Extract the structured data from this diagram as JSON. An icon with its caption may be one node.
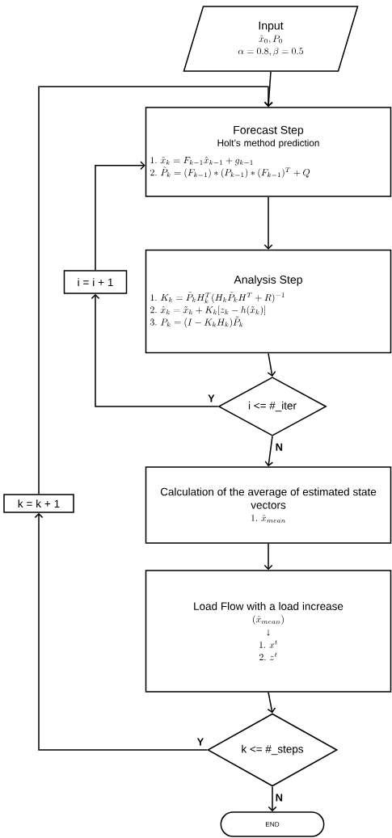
{
  "diagram": {
    "nodes": [
      {
        "text": [
          "Input",
          "\\hat{x}_0, P_0",
          "\\alpha = 0.8, \\beta = 0.5"
        ]
      },
      {
        "text": [
          "Forecast Step",
          "Holt’s method prediction",
          "1.\\ \\tilde{x}_k = F_{k-1}\\hat{x}_{k-1} + g_{k-1}",
          "2.\\ \\tilde{P}_k = (F_{k-1}) * (P_{k-1}) * (F_{k-1})^T + Q"
        ]
      },
      {
        "text": [
          "Analysis Step",
          "1.\\ K_k = \\tilde{P}_k H_k^T (H_k \\tilde{P}_k H^T + R)^{-1}",
          "2.\\ \\hat{x}_k = \\tilde{x}_k + K_k[z_k - h(\\tilde{x}_k)]",
          "3.\\ P_k = (I - K_k H_k)\\tilde{P}_k"
        ]
      },
      {
        "text": [
          "i <= #_iter"
        ]
      },
      {
        "text": [
          "Calculation of the average of estimated state vectors",
          "1.\\ \\hat{x}_{mean}"
        ]
      },
      {
        "text": [
          "Load Flow with a load increase",
          "(\\hat{x}_{mean})",
          "↓",
          "1.\\ x^t",
          "2.\\ z^t"
        ]
      },
      {
        "text": [
          "k <= #_steps"
        ]
      },
      {
        "text": [
          "END"
        ]
      },
      {
        "text": [
          "i = i + 1"
        ]
      },
      {
        "text": [
          "k = k + 1"
        ]
      }
    ],
    "edges": [
      {
        "from": 0,
        "to": 1,
        "arrow": "to"
      },
      {
        "from": 1,
        "to": 2,
        "arrow": "to"
      },
      {
        "from": 2,
        "to": 3,
        "arrow": "to"
      },
      {
        "from": 3,
        "to": 4,
        "arrow": "to",
        "label": "N"
      },
      {
        "from": 4,
        "to": 5,
        "arrow": "to"
      },
      {
        "from": 5,
        "to": 6,
        "arrow": "to"
      },
      {
        "from": 6,
        "to": 7,
        "arrow": "to",
        "label": "N"
      },
      {
        "from": 3,
        "to": 8,
        "arrow": "to",
        "label": "Y"
      },
      {
        "from": 8,
        "to": 1,
        "arrow": "to"
      },
      {
        "from": 6,
        "to": 9,
        "arrow": "to",
        "label": "Y"
      },
      {
        "from": 9,
        "to": 1,
        "arrow": "to"
      }
    ]
  }
}
